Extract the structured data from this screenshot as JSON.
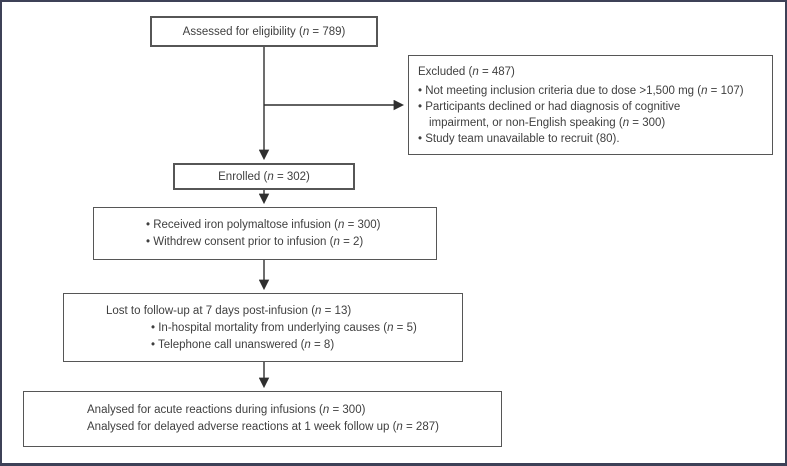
{
  "colors": {
    "page_frame": "#3d4157",
    "box_border": "#565656",
    "text": "#3f3f3f",
    "arrow": "#2f2f2f",
    "background": "#ffffff"
  },
  "diagram": {
    "type": "flowchart",
    "boxes": [
      {
        "id": "assessed",
        "lines": [
          {
            "text": "Assessed for eligibility (n = 789)"
          }
        ]
      },
      {
        "id": "excluded",
        "lines": [
          {
            "text": "Excluded (n = 487)",
            "first": true
          },
          {
            "text": "Not meeting inclusion criteria due to dose >1,500 mg (n = 107)",
            "bullet": true
          },
          {
            "text": "Participants declined or had diagnosis of cognitive",
            "bullet": true
          },
          {
            "text": "impairment, or non-English speaking (n = 300)",
            "cont": true
          },
          {
            "text": "Study team unavailable to recruit (80).",
            "bullet": true
          }
        ]
      },
      {
        "id": "enrolled",
        "lines": [
          {
            "text": "Enrolled (n = 302)"
          }
        ]
      },
      {
        "id": "received",
        "lines": [
          {
            "text": "Received iron polymaltose infusion (n = 300)",
            "bullet": true
          },
          {
            "text": "Withdrew consent prior to infusion (n = 2)",
            "bullet": true
          }
        ]
      },
      {
        "id": "lost",
        "lines": [
          {
            "text": "Lost to follow-up at 7 days post-infusion (n = 13)"
          },
          {
            "text": "In-hospital mortality from underlying causes (n = 5)",
            "bullet": true,
            "indent": true
          },
          {
            "text": "Telephone call unanswered (n = 8)",
            "bullet": true,
            "indent": true
          }
        ]
      },
      {
        "id": "analysed",
        "lines": [
          {
            "text": "Analysed for acute reactions during infusions (n = 300)"
          },
          {
            "text": "Analysed for delayed adverse reactions at 1 week follow up (n = 287)"
          }
        ]
      }
    ]
  }
}
